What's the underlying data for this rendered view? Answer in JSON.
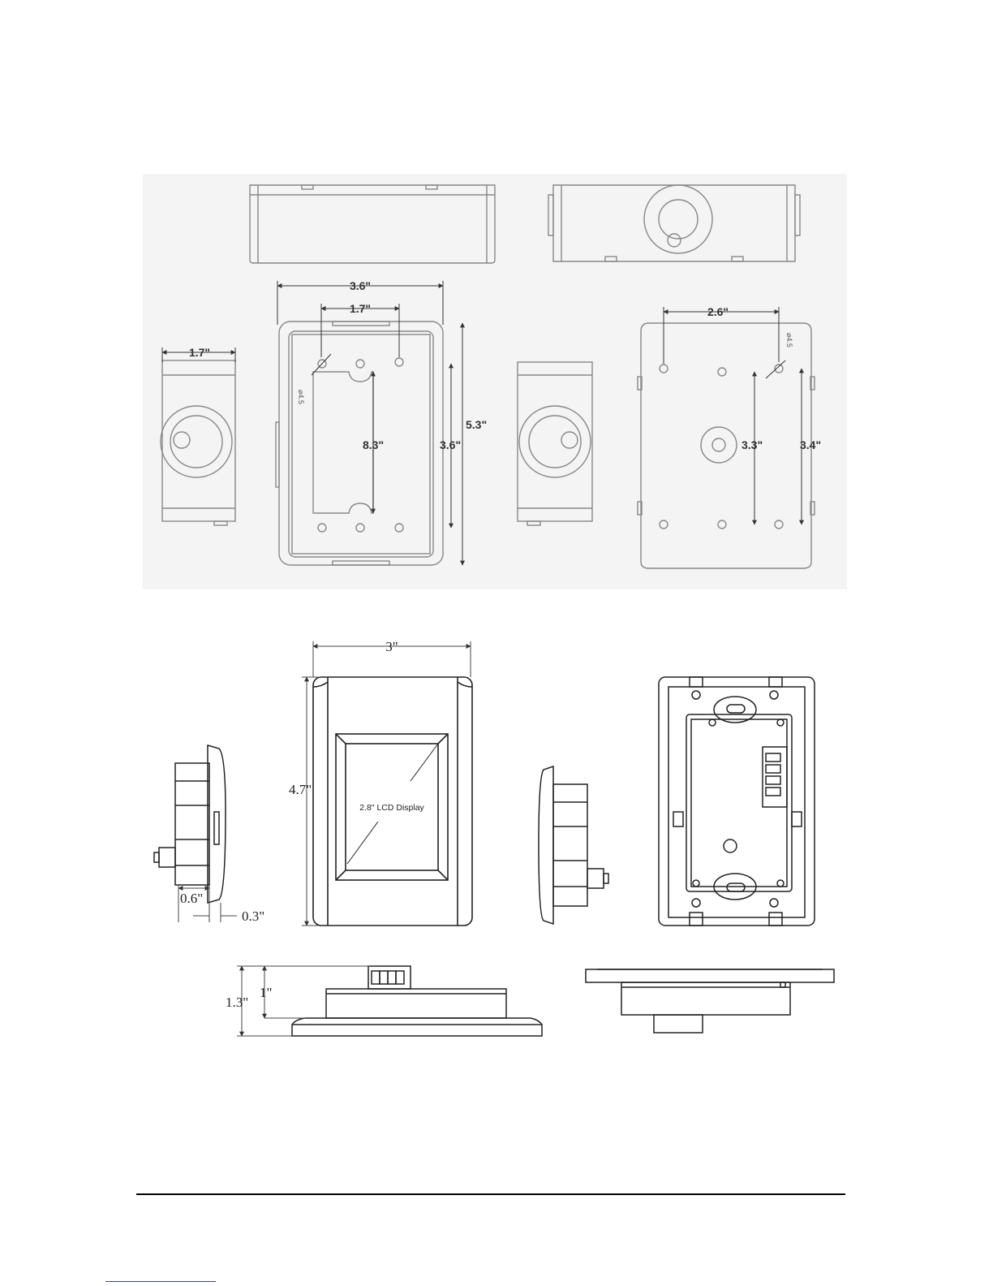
{
  "upper_drawing": {
    "dimensions": {
      "front_width": "3.6\"",
      "front_inner_width": "1.7\"",
      "front_height": "5.3\"",
      "front_inner_height": "3.6\"",
      "center_span": "8.3\"",
      "hole_front": "⌀4.5",
      "side_width": "1.7\"",
      "back_width": "2.6\"",
      "back_inner_height": "3.3\"",
      "back_height": "3.4\"",
      "hole_back": "⌀4.5"
    }
  },
  "lower_drawing": {
    "dimensions": {
      "width": "3\"",
      "height": "4.7\"",
      "side_depth": "0.6\"",
      "plate_depth": "0.3\"",
      "total_depth": "1.3\"",
      "body_depth": "1\""
    },
    "lcd_label": "2.8\" LCD Display"
  }
}
